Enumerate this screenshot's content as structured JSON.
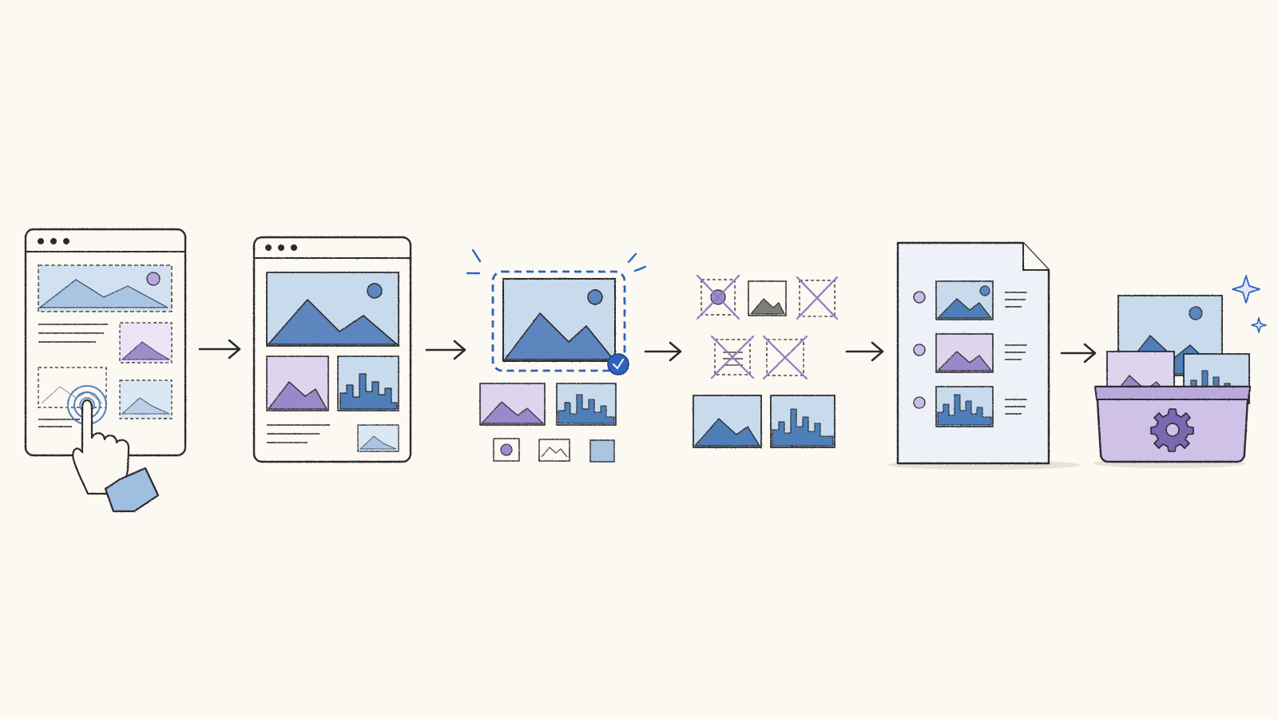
{
  "colors": {
    "paper": "#fbf9f1",
    "ink": "#2b2b2e",
    "blue_light": "#c3d8ea",
    "blue_mid": "#8fb2d6",
    "blue_deep": "#4f7fb8",
    "blue_accent": "#2e62bd",
    "purple_light": "#cbbfe2",
    "purple_mid": "#a08ccb",
    "purple_deep": "#7b68b0",
    "gray": "#8c8c8c"
  },
  "steps": [
    {
      "id": "browse",
      "icon": "browser-page-tap-icon"
    },
    {
      "id": "load",
      "icon": "browser-page-images-icon"
    },
    {
      "id": "select",
      "icon": "image-selection-icon"
    },
    {
      "id": "filter",
      "icon": "image-filter-icon"
    },
    {
      "id": "organize",
      "icon": "document-list-icon"
    },
    {
      "id": "collect",
      "icon": "image-basket-icon"
    }
  ],
  "arrows": 5
}
